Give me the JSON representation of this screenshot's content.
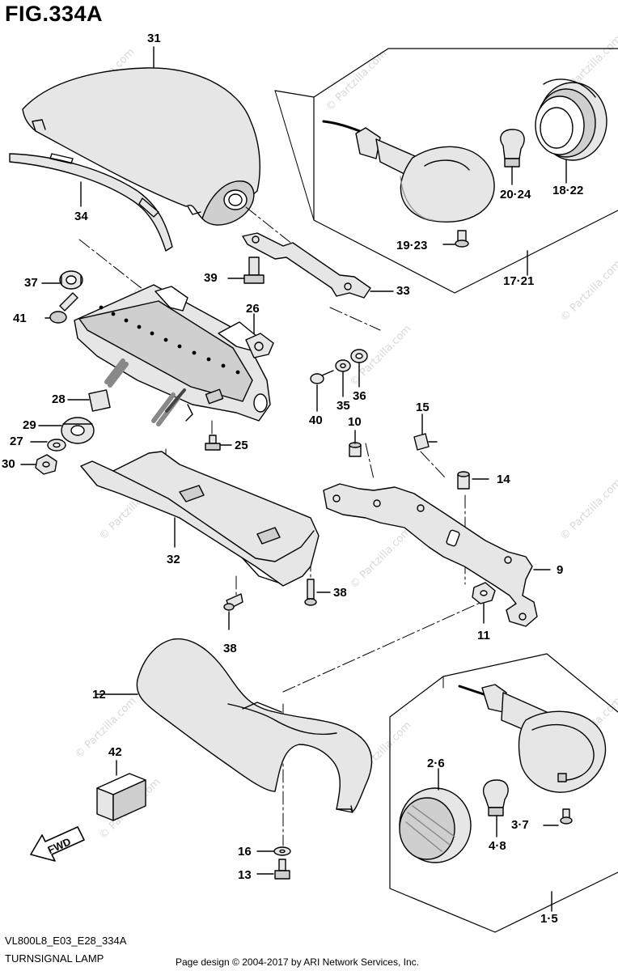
{
  "figure": {
    "title": "FIG.334A",
    "diagram_code": "VL800L8_E03_E28_334A",
    "caption": "TURNSIGNAL LAMP",
    "credit": "Page design © 2004-2017 by ARI Network Services, Inc.",
    "watermark": "© Partzilla.com",
    "direction_label": "FWD"
  },
  "callouts": [
    {
      "key": "31",
      "text": "31"
    },
    {
      "key": "34",
      "text": "34"
    },
    {
      "key": "37",
      "text": "37"
    },
    {
      "key": "41",
      "text": "41"
    },
    {
      "key": "39",
      "text": "39"
    },
    {
      "key": "26",
      "text": "26"
    },
    {
      "key": "33",
      "text": "33"
    },
    {
      "key": "28",
      "text": "28"
    },
    {
      "key": "29",
      "text": "29"
    },
    {
      "key": "27",
      "text": "27"
    },
    {
      "key": "30",
      "text": "30"
    },
    {
      "key": "25",
      "text": "25"
    },
    {
      "key": "32",
      "text": "32"
    },
    {
      "key": "38a",
      "text": "38"
    },
    {
      "key": "38b",
      "text": "38"
    },
    {
      "key": "40",
      "text": "40"
    },
    {
      "key": "35",
      "text": "35"
    },
    {
      "key": "36",
      "text": "36"
    },
    {
      "key": "10",
      "text": "10"
    },
    {
      "key": "15",
      "text": "15"
    },
    {
      "key": "14",
      "text": "14"
    },
    {
      "key": "9",
      "text": "9"
    },
    {
      "key": "11",
      "text": "11"
    },
    {
      "key": "12",
      "text": "12"
    },
    {
      "key": "42",
      "text": "42"
    },
    {
      "key": "16",
      "text": "16"
    },
    {
      "key": "13",
      "text": "13"
    },
    {
      "key": "2-6",
      "text": "2·6"
    },
    {
      "key": "3-7",
      "text": "3·7"
    },
    {
      "key": "4-8",
      "text": "4·8"
    },
    {
      "key": "1-5",
      "text": "1·5"
    },
    {
      "key": "20-24",
      "text": "20·24"
    },
    {
      "key": "18-22",
      "text": "18·22"
    },
    {
      "key": "19-23",
      "text": "19·23"
    },
    {
      "key": "17-21",
      "text": "17·21"
    }
  ],
  "colors": {
    "line": "#000000",
    "part_shade": "#e6e6e6",
    "part_shade_dark": "#cfcfcf",
    "watermark": "#d8d8d8"
  }
}
